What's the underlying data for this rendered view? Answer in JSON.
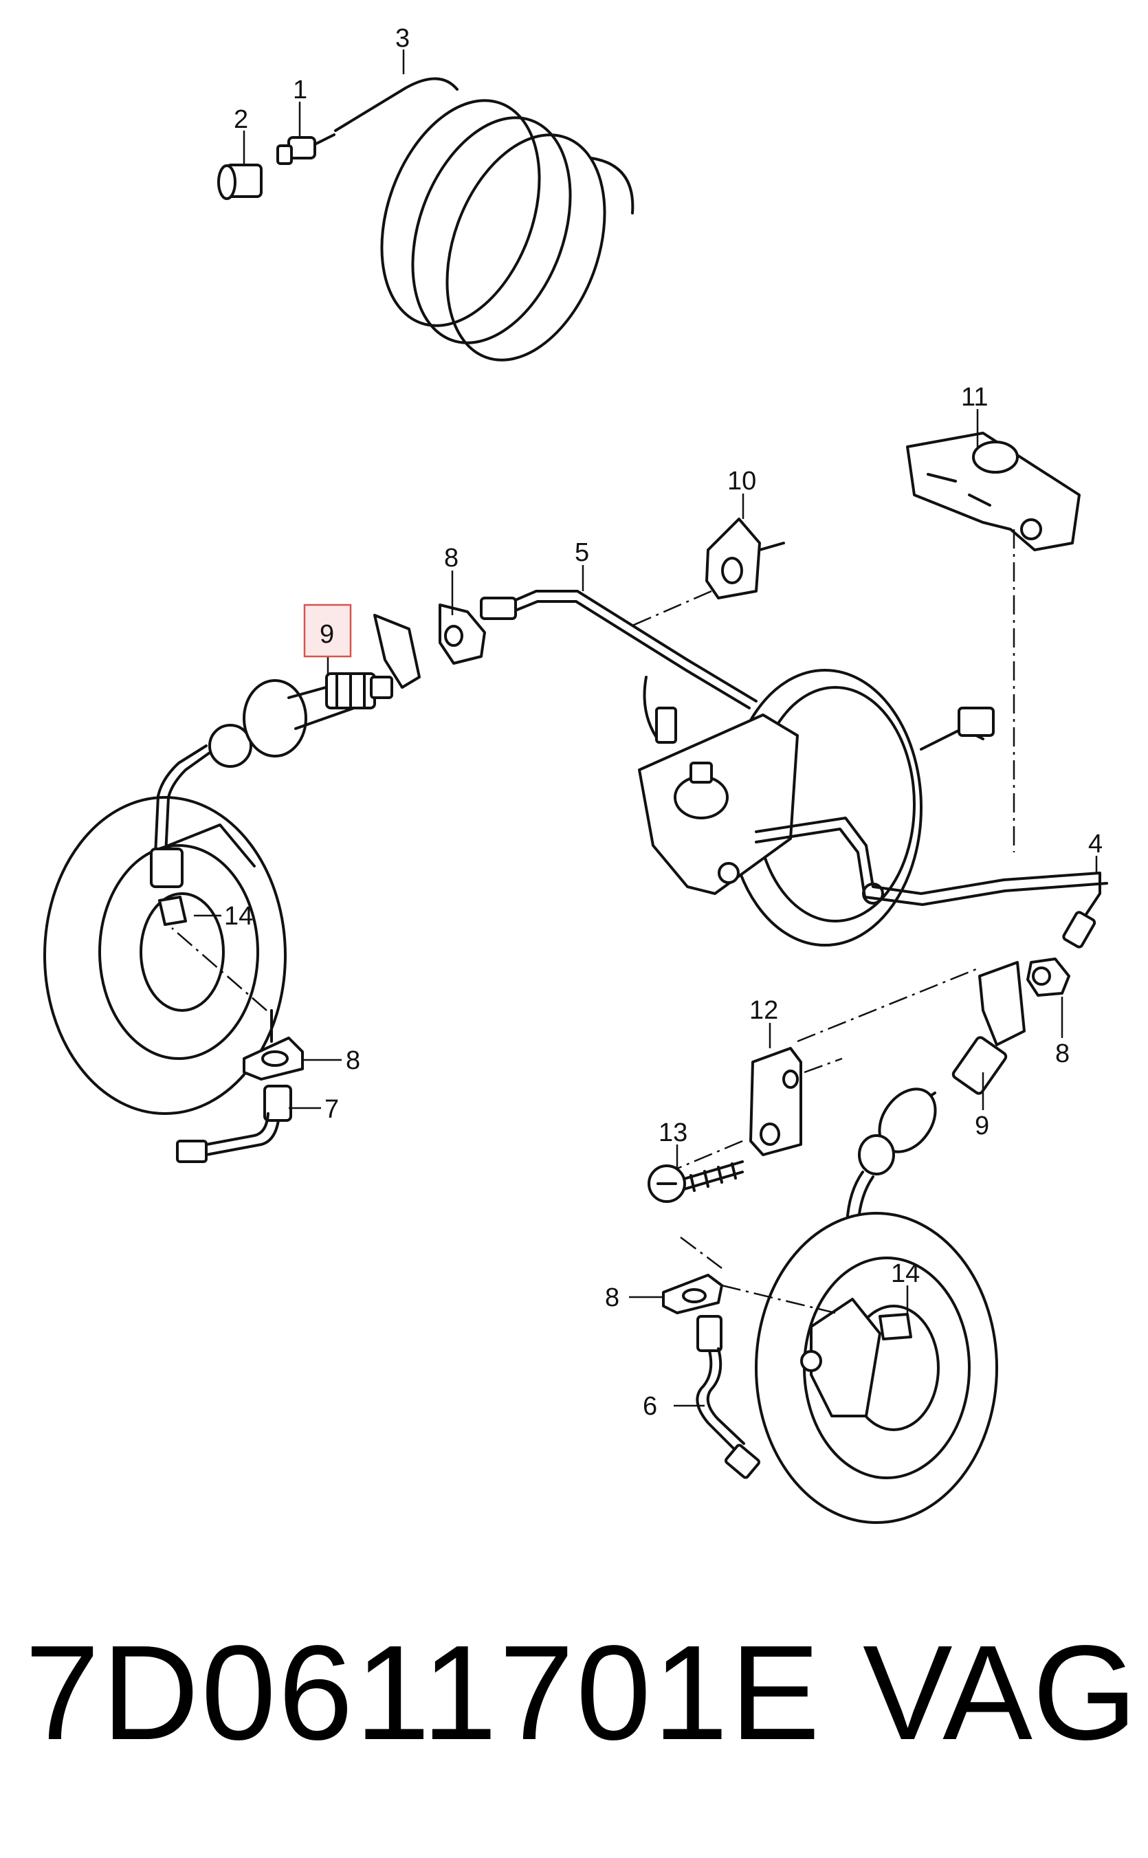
{
  "diagram": {
    "callouts": {
      "c1": "1",
      "c2": "2",
      "c3": "3",
      "c4": "4",
      "c5": "5",
      "c6": "6",
      "c7": "7",
      "c8a": "8",
      "c8b": "8",
      "c8c": "8",
      "c8d": "8",
      "c9a": "9",
      "c9b": "9",
      "c10": "10",
      "c11": "11",
      "c12": "12",
      "c13": "13",
      "c14a": "14",
      "c14b": "14"
    },
    "highlighted_callout": "9",
    "highlight_color": "#d9534f",
    "highlight_fill": "#fbe9e9",
    "line_color": "#111111"
  },
  "footer": {
    "part_number": "7D0611701E",
    "brand": "VAG"
  }
}
